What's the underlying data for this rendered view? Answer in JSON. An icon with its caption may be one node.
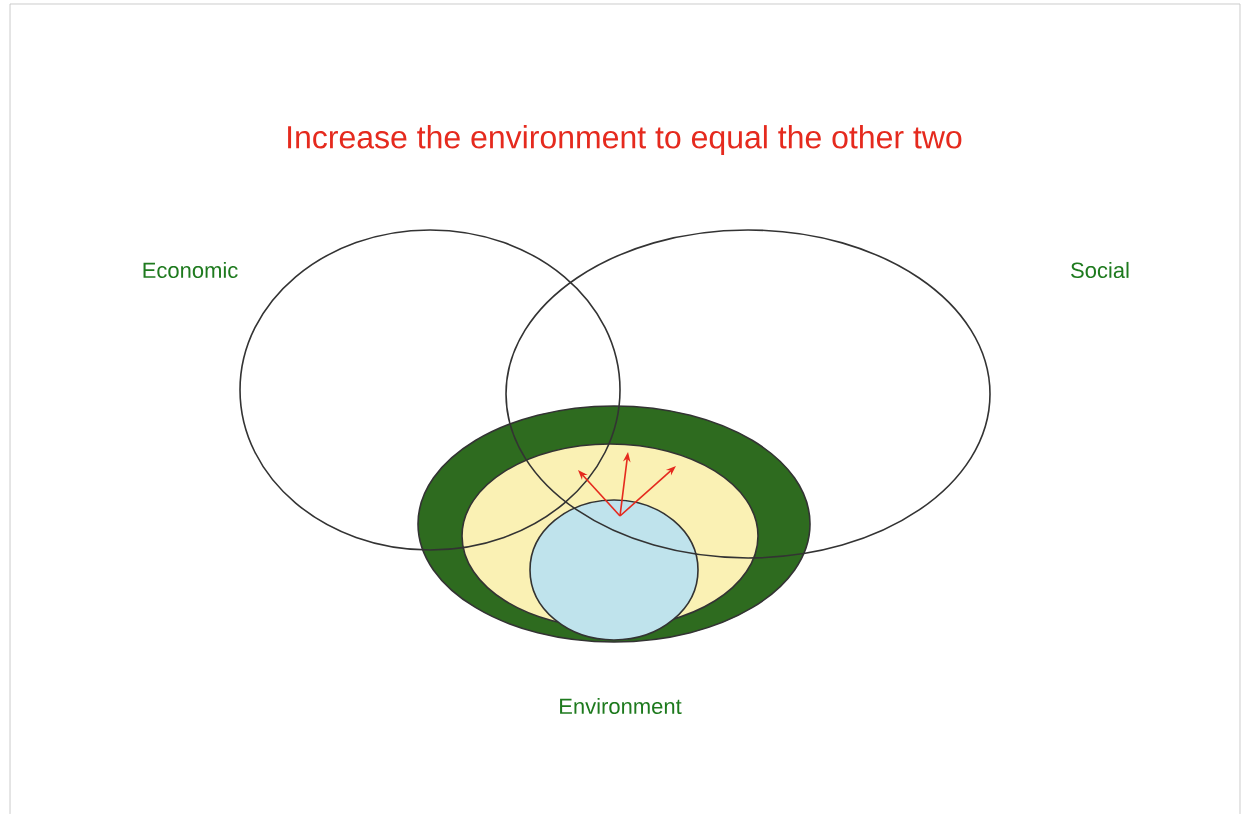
{
  "diagram": {
    "title": "Increase the environment to equal the other two",
    "nodes": [
      {
        "text": [
          "Economic"
        ]
      },
      {
        "text": [
          "Social"
        ]
      },
      {
        "text": [
          "Environment"
        ]
      },
      {
        "text": [],
        "shape": "ellipse",
        "in": 2
      },
      {
        "text": [],
        "shape": "ellipse",
        "in": 2
      }
    ]
  }
}
